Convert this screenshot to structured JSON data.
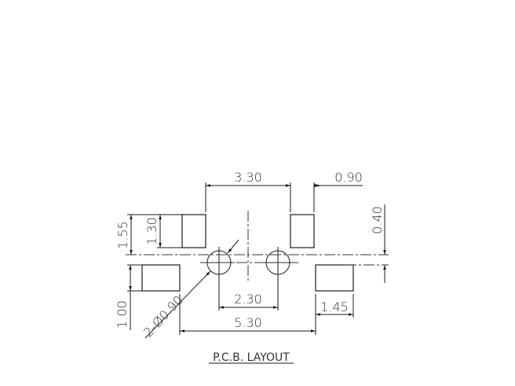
{
  "drawing": {
    "title": "P.C.B. LAYOUT",
    "dimensions": {
      "pad_pitch_top": "3.30",
      "pad_width_top": "0.90",
      "offset_top": "0.40",
      "height_outer": "1.55",
      "pad_height_top": "1.30",
      "pad_height_bottom": "1.00",
      "hole_pitch": "2.30",
      "overall_width": "5.30",
      "pad_width_bottom": "1.45",
      "hole_diameter": "2-Ø0.90"
    }
  }
}
